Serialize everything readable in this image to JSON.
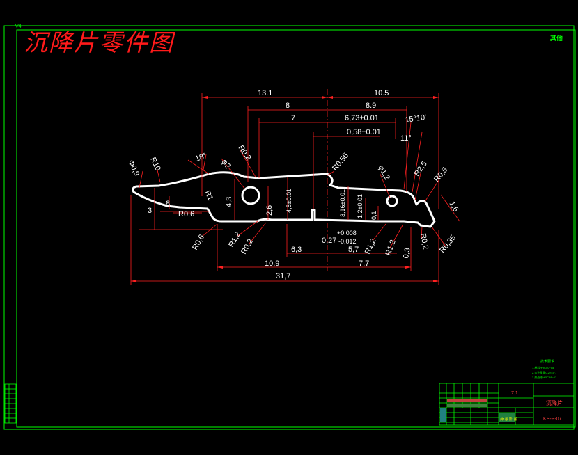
{
  "title": "沉降片零件图",
  "corner_mark": "其他",
  "top_left_mark": "V4",
  "dimensions": {
    "d13_1": "13.1",
    "d10_5": "10.5",
    "d8": "8",
    "d8_9": "8.9",
    "d7": "7",
    "d6_73": "6,73±0.01",
    "d0_58": "0,58±0.01",
    "d15_10": "15°10'",
    "d11deg": "11°",
    "d18deg": "18°",
    "dphi2": "φ2",
    "dR0_2a": "R0,2",
    "dR0_55": "R0,55",
    "dphi1_2": "φ1,2",
    "dR2_5": "R2,5",
    "dR0_5": "R0,5",
    "d1_6": "1,6",
    "dphi0_9": "Φ0,9",
    "dR10": "R10",
    "dR1": "R1",
    "d4_3": "4,3",
    "d2_6": "2,6",
    "d4_5": "4,5±0.01",
    "d3_16": "3,16±0.01",
    "d1_2v": "1,2±0.01",
    "d0_1": "0,1",
    "d3": "3",
    "d8small": "8",
    "dR0_6a": "R0,6",
    "dR0_6b": "R0,6",
    "dR1_2a": "R1,2",
    "dR0_2b": "R0,2",
    "d6_3": "6,3",
    "d0_27": "0,27",
    "d0_27_up": "+0.008",
    "d0_27_low": "-0,012",
    "d5_7": "5,7",
    "dR1_2b": "R1,2",
    "dR1_2c": "R1,2",
    "d0_3": "0,3",
    "dR0_2c": "R0,2",
    "dR0_35": "R0,35",
    "d10_9": "10,9",
    "d7_7": "7,7",
    "d31_7": "31,7"
  },
  "notes": {
    "heading": "技术要求",
    "line1": "1.材料HRC50~55.",
    "line2": "2.未注倒角0.2×45°.",
    "line3": "3.热处理HRC58~62."
  },
  "title_block": {
    "ratio": "7:1",
    "part_name": "沉降片",
    "drawing_no": "KS-P-07",
    "sheet": "共1张 第1张"
  },
  "colors": {
    "frame": "#00ff00",
    "part": "#ffffff",
    "dimension": "#ff2020",
    "title": "#ff1a1a"
  }
}
